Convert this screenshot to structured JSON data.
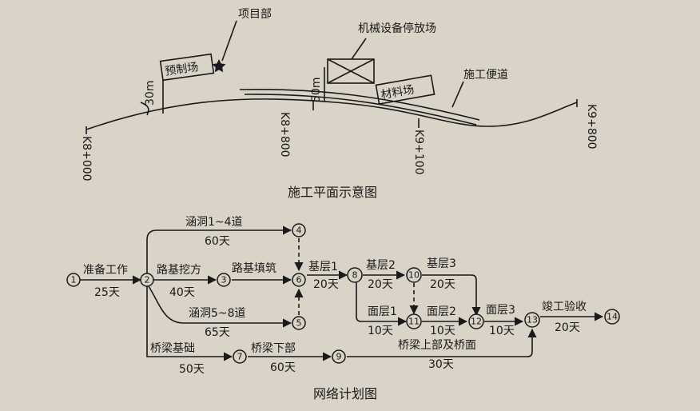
{
  "site_plan": {
    "caption": "施工平面示意图",
    "project_dept": "项目部",
    "precast_yard": "预制场",
    "equipment_yard": "机械设备停放场",
    "material_yard": "材料场",
    "access_road": "施工便道",
    "dist_precast": "30m",
    "dist_material": "50m",
    "stations": [
      "K8+000",
      "K8+800",
      "K9+100",
      "K9+800"
    ]
  },
  "network": {
    "caption": "网络计划图",
    "nodes": [
      "1",
      "2",
      "3",
      "4",
      "5",
      "6",
      "7",
      "8",
      "9",
      "10",
      "11",
      "12",
      "13",
      "14"
    ],
    "activities": [
      {
        "name": "准备工作",
        "duration": "25天"
      },
      {
        "name": "路基挖方",
        "duration": "40天"
      },
      {
        "name": "路基填筑",
        "duration": ""
      },
      {
        "name": "涵洞1~4道",
        "duration": "60天"
      },
      {
        "name": "涵洞5~8道",
        "duration": "65天"
      },
      {
        "name": "基层1",
        "duration": "20天"
      },
      {
        "name": "基层2",
        "duration": "20天"
      },
      {
        "name": "基层3",
        "duration": "20天"
      },
      {
        "name": "面层1",
        "duration": "10天"
      },
      {
        "name": "面层2",
        "duration": "10天"
      },
      {
        "name": "面层3",
        "duration": "10天"
      },
      {
        "name": "竣工验收",
        "duration": "20天"
      },
      {
        "name": "桥梁基础",
        "duration": "50天"
      },
      {
        "name": "桥梁下部",
        "duration": "60天"
      },
      {
        "name": "桥梁上部及桥面",
        "duration": "30天"
      }
    ]
  }
}
